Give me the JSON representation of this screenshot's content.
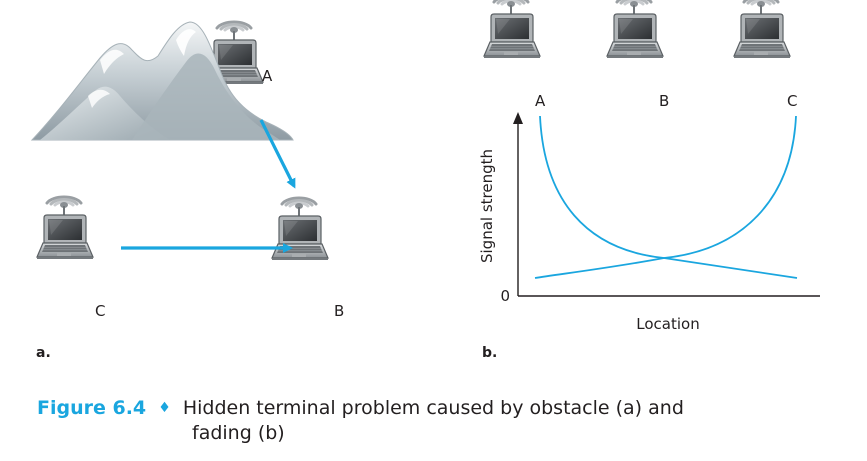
{
  "panel_a": {
    "label": "a.",
    "nodes": {
      "a": "A",
      "b": "B",
      "c": "C"
    }
  },
  "panel_b": {
    "label": "b.",
    "nodes": {
      "a": "A",
      "b": "B",
      "c": "C"
    },
    "ylabel": "Signal strength",
    "xlabel": "Location",
    "origin_label": "0"
  },
  "caption": {
    "figure_label": "Figure 6.4",
    "separator": "♦",
    "text_line1": "Hidden terminal problem caused by obstacle (a) and",
    "text_line2": "fading (b)"
  },
  "colors": {
    "accent": "#1aa6df",
    "text": "#231f20",
    "mountain": "#b9c3c9"
  },
  "icons": [
    "laptop-icon",
    "wireless-signal-icon",
    "mountain-obstacle"
  ]
}
